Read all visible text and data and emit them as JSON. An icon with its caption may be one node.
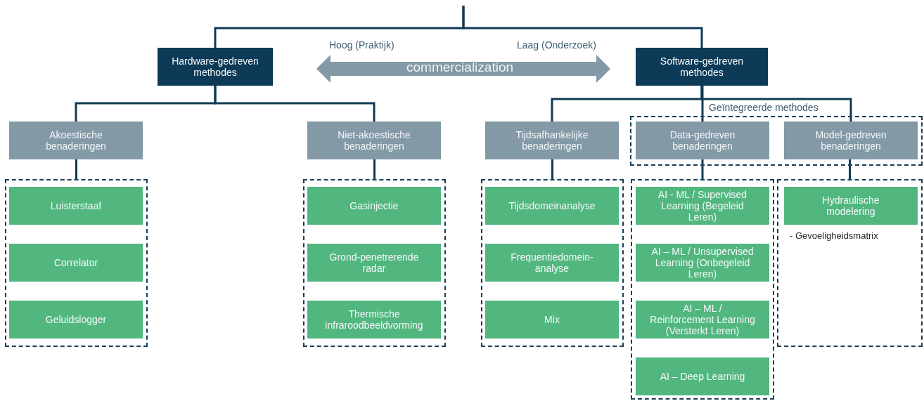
{
  "diagram": {
    "nodes": [
      {
        "text": [
          "Hardware-gedreven methodes"
        ]
      },
      {
        "text": [
          "Software-gedreven methodes"
        ]
      },
      {
        "text": [
          "Akoestische benaderingen"
        ]
      },
      {
        "text": [
          "Niet-akoestische benaderingen"
        ]
      },
      {
        "text": [
          "Tijdsafhankelijke benaderingen"
        ]
      },
      {
        "text": [
          "Geïntegreerde methodes"
        ]
      },
      {
        "text": [
          "Data-gedreven benaderingen"
        ],
        "in": 5
      },
      {
        "text": [
          "Model-gedreven benaderingen"
        ],
        "in": 5
      },
      {
        "text": [],
        "shape": "box"
      },
      {
        "text": [
          "Luisterstaaf"
        ],
        "in": 8
      },
      {
        "text": [
          "Correlator"
        ],
        "in": 8
      },
      {
        "text": [
          "Geluidslogger"
        ],
        "in": 8
      },
      {
        "text": [],
        "shape": "box"
      },
      {
        "text": [
          "Gasinjectie"
        ],
        "in": 12
      },
      {
        "text": [
          "Grond-penetrerende radar"
        ],
        "in": 12
      },
      {
        "text": [
          "Thermische infraroodbeeldvorming"
        ],
        "in": 12
      },
      {
        "text": [],
        "shape": "box"
      },
      {
        "text": [
          "Tijdsdomeinanalyse"
        ],
        "in": 16
      },
      {
        "text": [
          "Frequentiedomein- analyse"
        ],
        "in": 16
      },
      {
        "text": [
          "Mix"
        ],
        "in": 16
      },
      {
        "text": [],
        "shape": "box"
      },
      {
        "text": [
          "AI - ML / Supervised Learning (Begeleid Leren)"
        ],
        "in": 20
      },
      {
        "text": [
          "AI – ML / Unsupervised Learning (Onbegeleid Leren)"
        ],
        "in": 20
      },
      {
        "text": [
          "AI – ML / Reinforcement Learning (Versterkt Leren)"
        ],
        "in": 20
      },
      {
        "text": [
          "AI – Deep Learning"
        ],
        "in": 20
      },
      {
        "text": [],
        "shape": "box"
      },
      {
        "text": [
          "Hydraulische modelering"
        ],
        "in": 25,
        "beside": [
          "- Gevoeligheidsmatrix"
        ]
      }
    ],
    "edges": [
      {
        "from": null,
        "to": 0,
        "arrow": "none"
      },
      {
        "from": null,
        "to": 1,
        "arrow": "none"
      },
      {
        "from": 0,
        "to": 2,
        "arrow": "none"
      },
      {
        "from": 0,
        "to": 3,
        "arrow": "none"
      },
      {
        "from": 1,
        "to": 4,
        "arrow": "none"
      },
      {
        "from": 1,
        "to": 6,
        "arrow": "none"
      },
      {
        "from": 1,
        "to": 7,
        "arrow": "none"
      },
      {
        "from": 2,
        "to": 8,
        "arrow": "none"
      },
      {
        "from": 3,
        "to": 12,
        "arrow": "none"
      },
      {
        "from": 4,
        "to": 16,
        "arrow": "none"
      },
      {
        "from": 6,
        "to": 20,
        "arrow": "none"
      },
      {
        "from": 7,
        "to": 25,
        "arrow": "none"
      }
    ],
    "labels": [
      "Hoog (Praktijk)",
      "Laag (Onderzoek)",
      "commercialization"
    ]
  }
}
